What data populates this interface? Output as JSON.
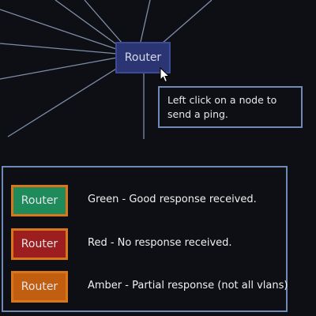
{
  "graph": {
    "main_node_label": "Router",
    "link_color": "#7f8ea8"
  },
  "tooltip": {
    "text": "Left click on a node to send a ping."
  },
  "legend": {
    "items": [
      {
        "node_label": "Router",
        "description": "Green - Good response received.",
        "fill": "#1f8a5a"
      },
      {
        "node_label": "Router",
        "description": "Red - No response received.",
        "fill": "#9c1e1e"
      },
      {
        "node_label": "Router",
        "description": "Amber - Partial response (not all vlans)",
        "fill": "#c15e10"
      }
    ],
    "border_color": "#d9761c"
  }
}
